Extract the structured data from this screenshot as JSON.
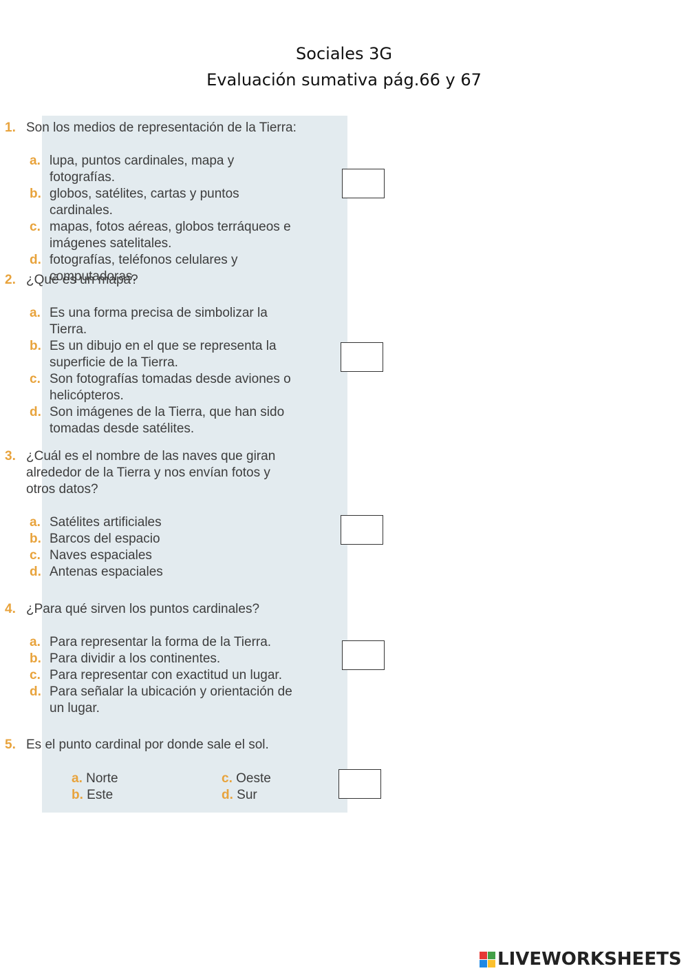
{
  "header": {
    "title": "Sociales 3G",
    "subtitle": "Evaluación sumativa pág.66 y 67"
  },
  "questions": [
    {
      "number": "1.",
      "text": "Son los medios de representación de la Tierra:",
      "options": [
        {
          "letter": "a.",
          "text": "lupa, puntos cardinales, mapa y fotografías."
        },
        {
          "letter": "b.",
          "text": "globos, satélites, cartas y puntos cardinales."
        },
        {
          "letter": "c.",
          "text": "mapas, fotos aéreas, globos terráqueos e imágenes satelitales."
        },
        {
          "letter": "d.",
          "text": "fotografías, teléfonos celulares y computadoras."
        }
      ]
    },
    {
      "number": "2.",
      "text": "¿Qué es un mapa?",
      "options": [
        {
          "letter": "a.",
          "text": "Es una forma precisa de simbolizar la Tierra."
        },
        {
          "letter": "b.",
          "text": "Es un dibujo en el que se representa la superficie de la Tierra."
        },
        {
          "letter": "c.",
          "text": "Son fotografías tomadas desde aviones o helicópteros."
        },
        {
          "letter": "d.",
          "text": "Son imágenes de la Tierra, que han sido tomadas desde satélites."
        }
      ]
    },
    {
      "number": "3.",
      "text": "¿Cuál es el nombre de las naves que giran alrededor de la Tierra y nos envían fotos y otros datos?",
      "options": [
        {
          "letter": "a.",
          "text": "Satélites artificiales"
        },
        {
          "letter": "b.",
          "text": "Barcos del espacio"
        },
        {
          "letter": "c.",
          "text": "Naves espaciales"
        },
        {
          "letter": "d.",
          "text": "Antenas espaciales"
        }
      ]
    },
    {
      "number": "4.",
      "text": "¿Para qué sirven los puntos cardinales?",
      "options": [
        {
          "letter": "a.",
          "text": "Para representar la forma de la Tierra."
        },
        {
          "letter": "b.",
          "text": "Para dividir a los continentes."
        },
        {
          "letter": "c.",
          "text": "Para representar con exactitud un lugar."
        },
        {
          "letter": "d.",
          "text": "Para señalar la ubicación y orientación de un lugar."
        }
      ]
    },
    {
      "number": "5.",
      "text": "Es el punto cardinal por donde sale el sol.",
      "options": [
        {
          "letter": "a.",
          "text": "Norte"
        },
        {
          "letter": "b.",
          "text": "Este"
        },
        {
          "letter": "c.",
          "text": "Oeste"
        },
        {
          "letter": "d.",
          "text": "Sur"
        }
      ]
    }
  ],
  "answers": [
    "",
    "",
    "",
    "",
    ""
  ],
  "brand": {
    "text": "LIVEWORKSHEETS",
    "icon": "liveworksheets-logo-icon",
    "icon_colors": [
      "#e53935",
      "#43a047",
      "#1e88e5",
      "#fbc02d"
    ]
  },
  "colors": {
    "panel": "#e3ebef",
    "accent": "#e8a33c"
  }
}
